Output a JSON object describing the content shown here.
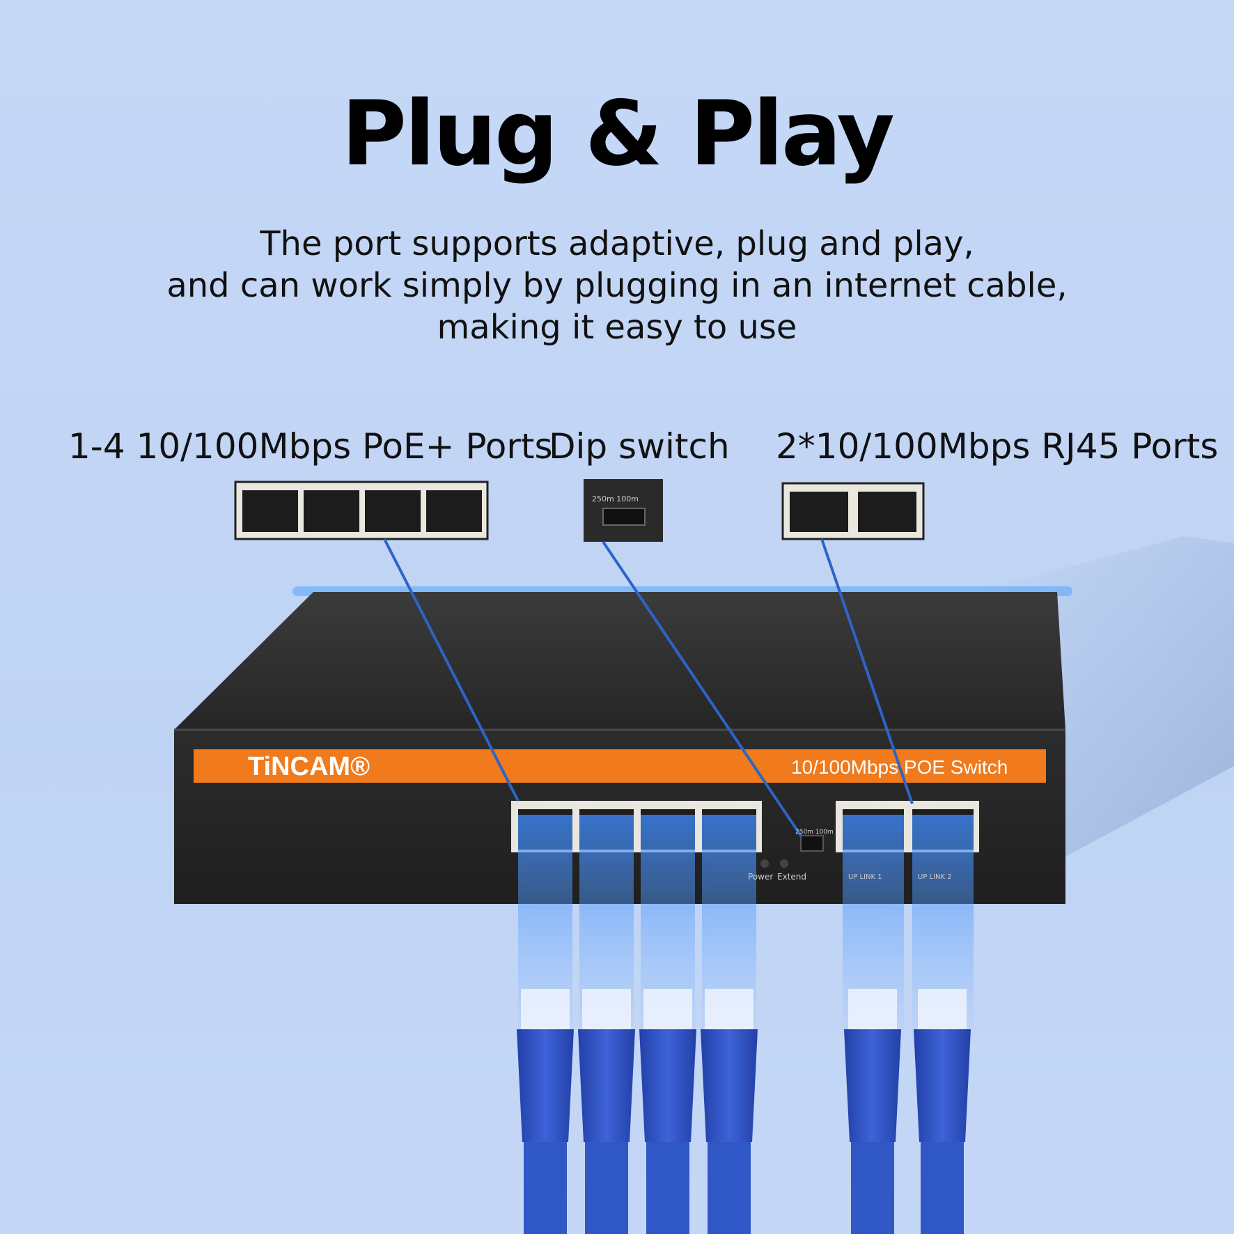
{
  "headline": "Plug & Play",
  "description": {
    "line1": "The port supports adaptive, plug and play,",
    "line2": "and can work simply by plugging in an internet cable,",
    "line3": "making it easy to use"
  },
  "callouts": {
    "poe_ports": "1-4 10/100Mbps PoE+ Ports",
    "dip_switch": "Dip switch",
    "rj45_ports": "2*10/100Mbps RJ45 Ports"
  },
  "device": {
    "brand": "TiNCAM®",
    "model": "10/100Mbps POE Switch",
    "dip_labels": "250m 100m",
    "led_power": "Power",
    "led_extend": "Extend",
    "uplink1": "UP LINK 1",
    "uplink2": "UP LINK 2"
  },
  "colors": {
    "background": "#c3d6f5",
    "accent_line": "#2c64c8",
    "device_body": "#2a2a2a",
    "label_strip": "#f07a1c",
    "cable": "#2f57c6"
  }
}
